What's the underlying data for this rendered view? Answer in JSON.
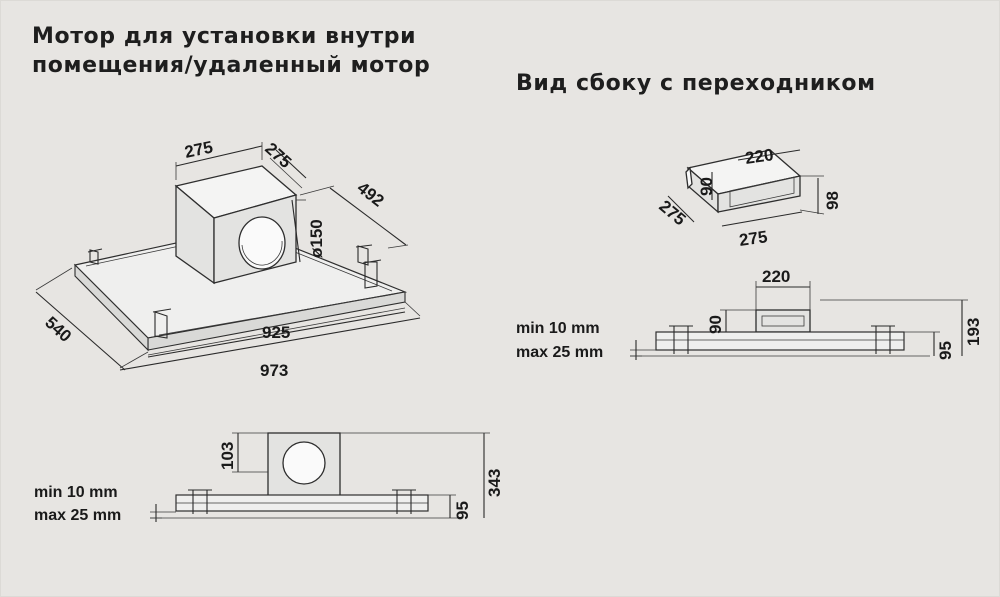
{
  "title_left": "Мотор для установки внутри помещения/удаленный мотор",
  "title_right": "Вид сбоку с переходником",
  "iso_view": {
    "motor_w": "275",
    "motor_d": "275",
    "outlet": "ø150",
    "depth_inner": "492",
    "depth_outer": "540",
    "width_inner": "925",
    "width_outer": "973"
  },
  "front_view": {
    "motor_h": "103",
    "total_h": "343",
    "body_h": "95",
    "min_label": "min 10 mm",
    "max_label": "max 25 mm"
  },
  "adapter_iso": {
    "w": "220",
    "h_left": "90",
    "h_right": "98",
    "d_left": "275",
    "d_bottom": "275"
  },
  "adapter_side": {
    "w": "220",
    "h": "90",
    "body_h": "95",
    "total_h": "193",
    "min_label": "min 10 mm",
    "max_label": "max 25 mm"
  }
}
